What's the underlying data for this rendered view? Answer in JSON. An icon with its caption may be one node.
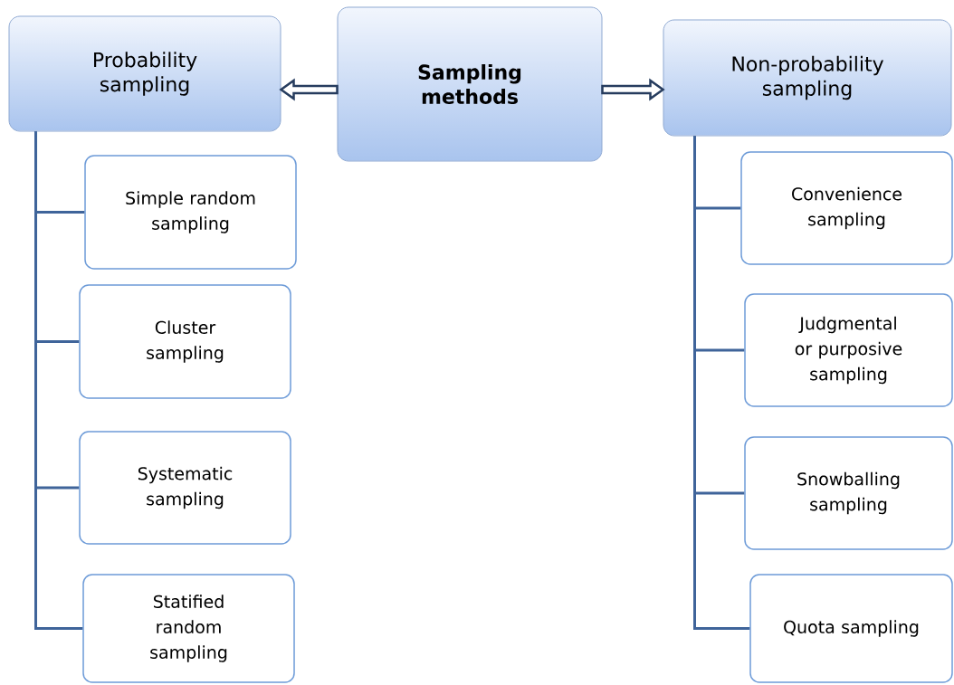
{
  "diagram": {
    "nodes": [
      {
        "text": [
          "Sampling methods"
        ]
      },
      {
        "text": [
          "Probability sampling"
        ]
      },
      {
        "text": [
          "Non-probability sampling"
        ]
      },
      {
        "text": [
          "Simple random sampling"
        ]
      },
      {
        "text": [
          "Cluster sampling"
        ]
      },
      {
        "text": [
          "Systematic sampling"
        ]
      },
      {
        "text": [
          "Statified random sampling"
        ]
      },
      {
        "text": [
          "Convenience sampling"
        ]
      },
      {
        "text": [
          "Judgmental or purposive sampling"
        ]
      },
      {
        "text": [
          "Snowballing sampling"
        ]
      },
      {
        "text": [
          "Quota sampling"
        ]
      }
    ],
    "edges": [
      {
        "from": 0,
        "to": 1,
        "arrow": "to",
        "style": "thick"
      },
      {
        "from": 0,
        "to": 2,
        "arrow": "to",
        "style": "thick"
      },
      {
        "from": 1,
        "to": 3,
        "arrow": "none"
      },
      {
        "from": 1,
        "to": 4,
        "arrow": "none"
      },
      {
        "from": 1,
        "to": 5,
        "arrow": "none"
      },
      {
        "from": 1,
        "to": 6,
        "arrow": "none"
      },
      {
        "from": 2,
        "to": 7,
        "arrow": "none"
      },
      {
        "from": 2,
        "to": 8,
        "arrow": "none"
      },
      {
        "from": 2,
        "to": 9,
        "arrow": "none"
      },
      {
        "from": 2,
        "to": 10,
        "arrow": "none"
      }
    ]
  }
}
